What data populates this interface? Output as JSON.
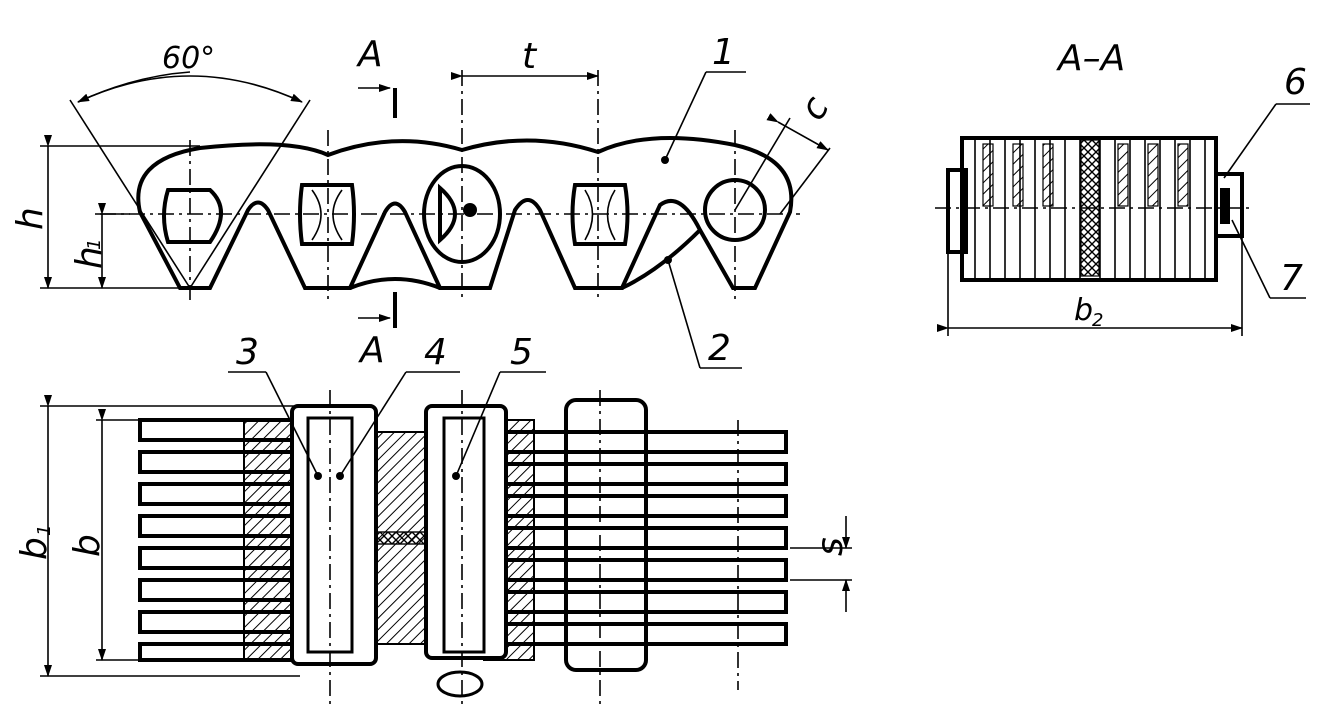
{
  "angle_label": "60°",
  "dim_t": "t",
  "dim_h": "h",
  "dim_h1_main": "h",
  "dim_h1_sub": "1",
  "dim_c": "c",
  "dim_s": "s",
  "dim_b": "b",
  "dim_b1_main": "b",
  "dim_b1_sub": "1",
  "dim_b2_main": "b",
  "dim_b2_sub": "2",
  "section_mark": "A",
  "section_title": "A–A",
  "callouts": [
    "1",
    "2",
    "3",
    "4",
    "5",
    "6",
    "7"
  ],
  "colors": {
    "ink": "#000000",
    "paper": "#ffffff"
  }
}
